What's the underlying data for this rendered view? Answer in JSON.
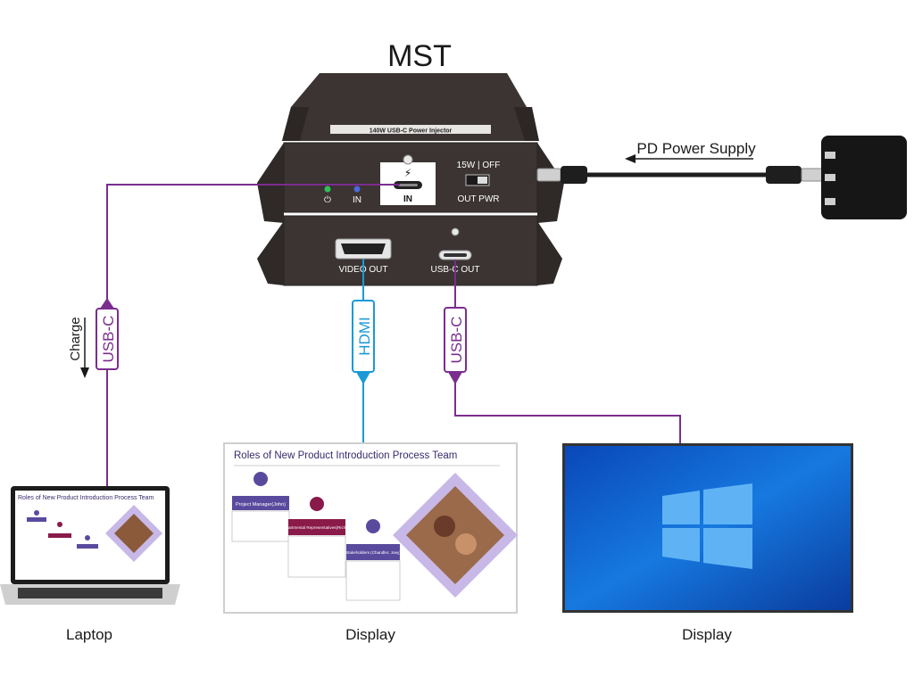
{
  "title": "MST",
  "device": {
    "name_plate": "140W USB-C Power Injector",
    "switch_label": "15W | OFF",
    "switch_caption": "OUT PWR",
    "in_port_label": "IN",
    "in_led_label": "IN",
    "video_out_label": "VIDEO OUT",
    "usbc_out_label": "USB-C OUT"
  },
  "cables": {
    "power_supply_label": "PD Power Supply",
    "laptop_cable_label": "USB-C",
    "laptop_charge_label": "Charge",
    "hdmi_cable_label": "HDMI",
    "display_usbc_label": "USB-C"
  },
  "colors": {
    "usbc_cable": "#7b2d8e",
    "hdmi_cable": "#1a9ad6",
    "device_body": "#3b3433"
  },
  "slide": {
    "title": "Roles of New Product Introduction Process Team",
    "role1": "Project Manager(John)",
    "role2": "Departmental Representatives(Richard)",
    "role3": "Stakeholders (Chandler, Joey)"
  },
  "captions": {
    "laptop": "Laptop",
    "display_center": "Display",
    "display_right": "Display"
  }
}
